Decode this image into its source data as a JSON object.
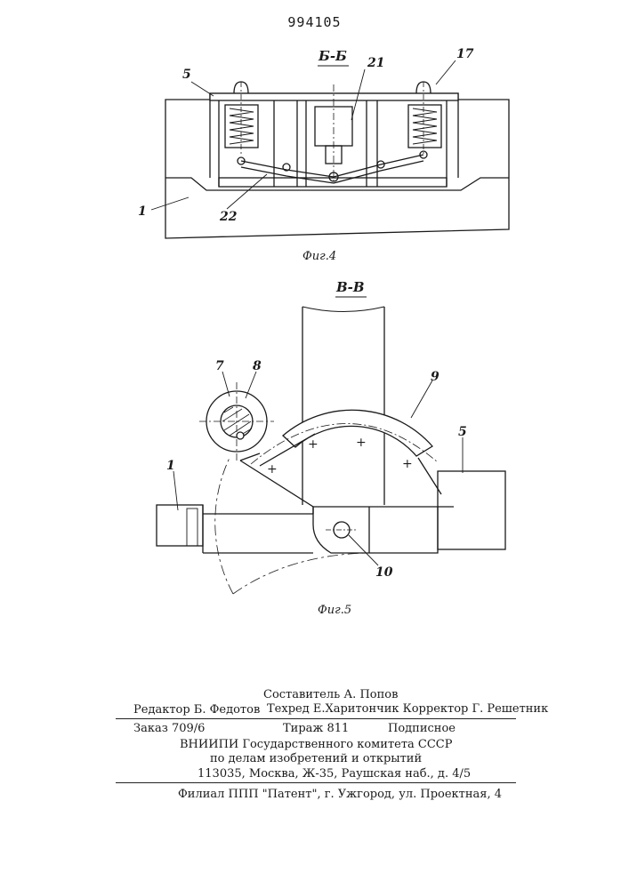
{
  "document": {
    "number": "994105"
  },
  "figure4": {
    "section_label": "Б-Б",
    "caption": "Фиг.4",
    "part_labels": {
      "p5": "5",
      "p21": "21",
      "p17": "17",
      "p1": "1",
      "p22": "22"
    }
  },
  "figure5": {
    "section_label": "В-В",
    "caption": "Фиг.5",
    "part_labels": {
      "p7": "7",
      "p8": "8",
      "p9": "9",
      "p1": "1",
      "p5": "5",
      "p10": "10"
    }
  },
  "footer": {
    "compiler": "Составитель А. Попов",
    "editor": "Редактор Б. Федотов",
    "techred_corrector": "Техред Е.Харитончик Корректор Г. Решетник",
    "order": "Заказ 709/6",
    "circulation": "Тираж 811",
    "subscription": "Подписное",
    "institute": "ВНИИПИ Государственного комитета СССР",
    "department": "по делам изобретений и открытий",
    "address": "113035, Москва, Ж-35, Раушская наб., д. 4/5",
    "branch": "Филиал ППП \"Патент\", г. Ужгород, ул. Проектная, 4"
  }
}
